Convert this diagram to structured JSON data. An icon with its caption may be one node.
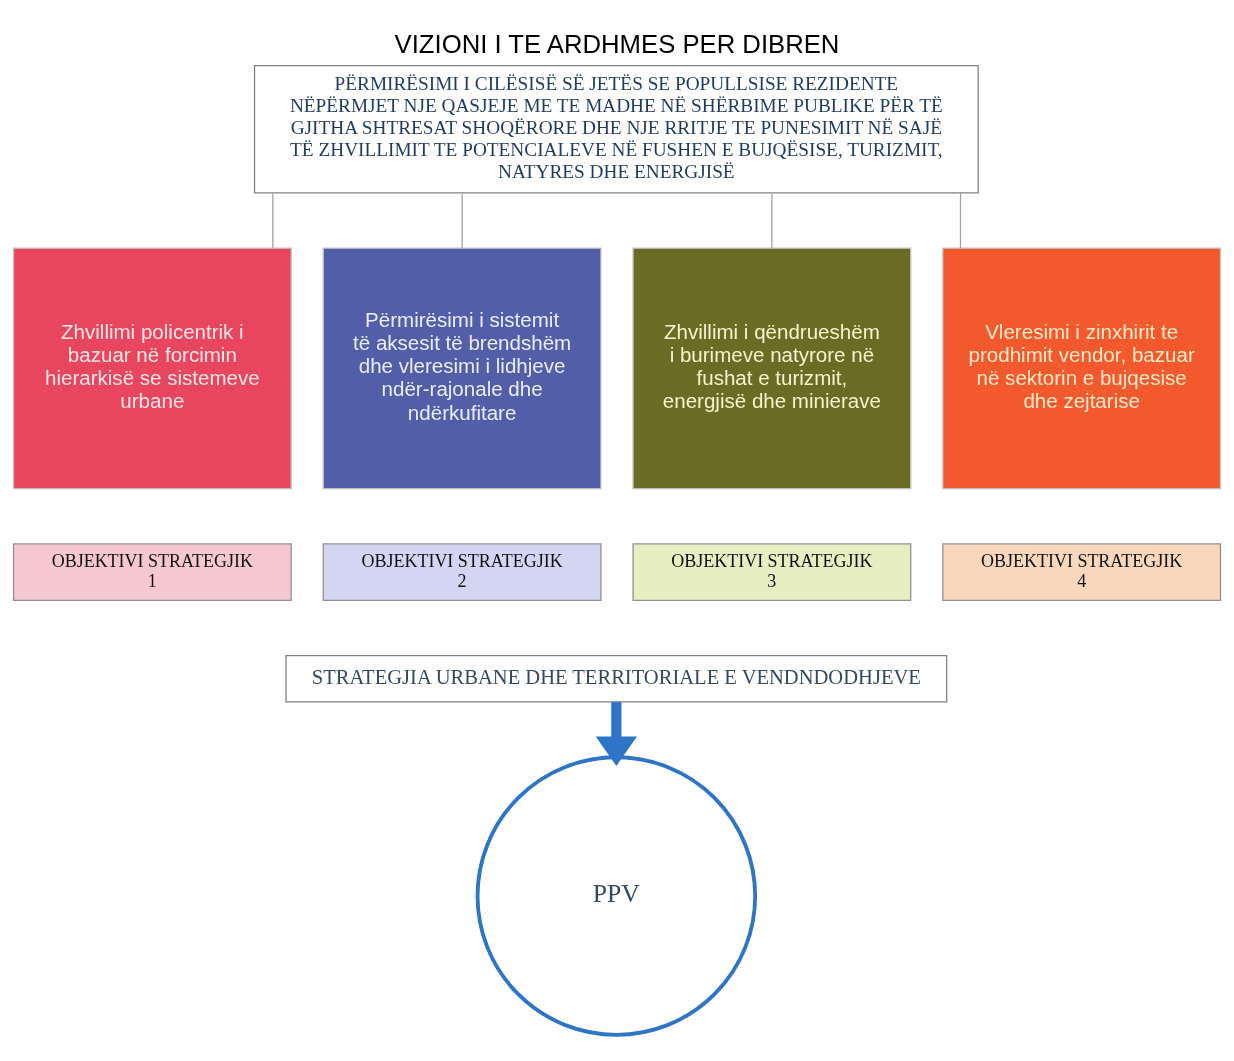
{
  "diagram": {
    "title": "VIZIONI I TE ARDHMES PER DIBREN",
    "nodes": [
      {
        "text": [
          "PËRMIRËSIMI I CILËSISË SË JETËS SE POPULLSISE REZIDENTE NËPËRMJET NJE QASJEJE ME TE MADHE NË SHËRBIME PUBLIKE PËR TË GJITHA SHTRESAT SHOQËRORE DHE NJE RRITJE TE PUNESIMIT NË SAJË TË ZHVILLIMIT TE POTENCIALEVE NË FUSHEN E BUJQËSISE, TURIZMIT, NATYRES DHE ENERGJISË"
        ]
      },
      {
        "text": [
          "Zhvillimi policentrik i bazuar në forcimin hierarkisë se sistemeve urbane"
        ]
      },
      {
        "text": [
          "OBJEKTIVI STRATEGJIK 1"
        ]
      },
      {
        "text": [
          "Përmirësimi i sistemit të aksesit të brendshëm dhe vleresimi i lidhjeve ndër-rajonale dhe ndërkufitare"
        ]
      },
      {
        "text": [
          "OBJEKTIVI STRATEGJIK 2"
        ]
      },
      {
        "text": [
          "Zhvillimi i qëndrueshëm i burimeve natyrore në fushat e turizmit, energjisë dhe minierave"
        ]
      },
      {
        "text": [
          "OBJEKTIVI STRATEGJIK 3"
        ]
      },
      {
        "text": [
          "Vleresimi i zinxhirit te prodhimit vendor, bazuar në sektorin e bujqesise dhe zejtarise"
        ]
      },
      {
        "text": [
          "OBJEKTIVI STRATEGJIK 4"
        ]
      },
      {
        "text": [
          "STRATEGJIA URBANE DHE TERRITORIALE E VENDNDODHJEVE"
        ]
      },
      {
        "text": [
          "PPV"
        ]
      }
    ],
    "edges": [
      {
        "from": 0,
        "to": 1,
        "arrow": "none"
      },
      {
        "from": 0,
        "to": 3,
        "arrow": "none"
      },
      {
        "from": 0,
        "to": 5,
        "arrow": "none"
      },
      {
        "from": 0,
        "to": 7,
        "arrow": "none"
      },
      {
        "from": 9,
        "to": 10,
        "arrow": "to",
        "style": "thick",
        "color": "#2e75c8"
      }
    ]
  }
}
